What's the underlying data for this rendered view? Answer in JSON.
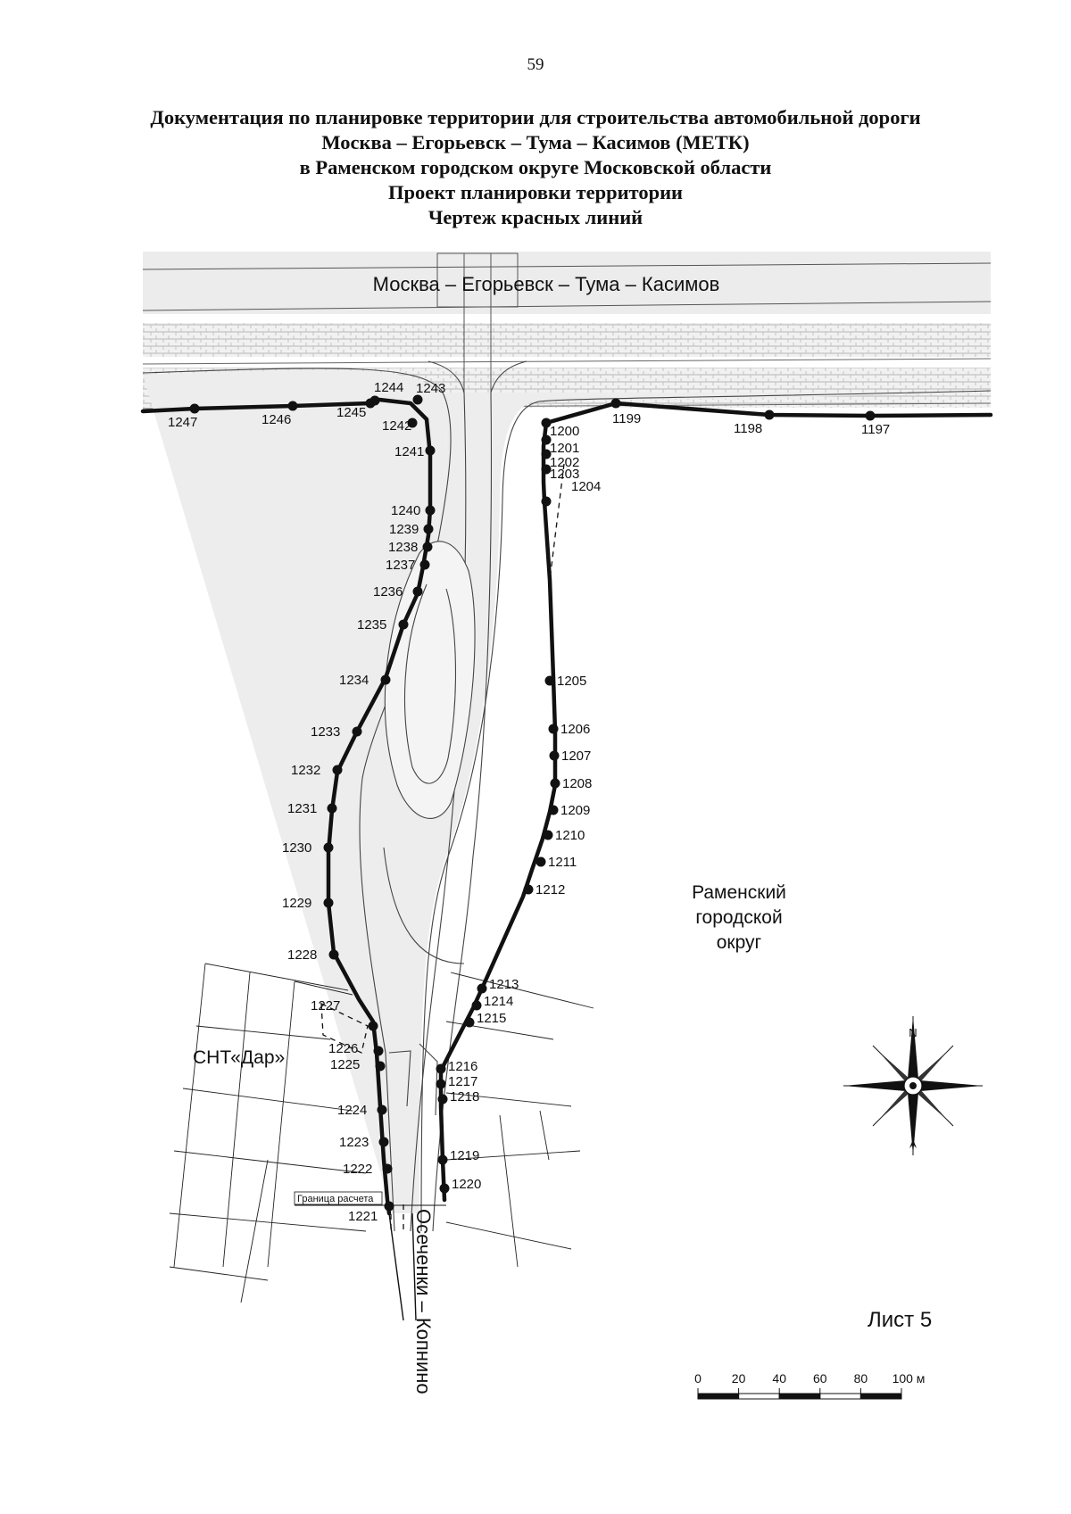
{
  "page_number": "59",
  "title": {
    "line1": "Документация по планировке территории для строительства автомобильной дороги",
    "line2": "Москва – Егорьевск – Тума – Касимов (МЕТК)",
    "line3": "в Раменском городском округе Московской области",
    "line4": "Проект планировки территории",
    "line5": "Чертеж красных линий"
  },
  "map": {
    "road_main": "Москва – Егорьевск – Тума – Касимов",
    "road_side": "Осеченки – Копнино",
    "district": [
      "Раменский",
      "городской",
      "округ"
    ],
    "snt": "СНТ«Дар»",
    "boundary": "Граница расчета",
    "sheet": "Лист 5",
    "compass_n": "N",
    "scale": {
      "ticks": [
        "0",
        "20",
        "40",
        "60",
        "80",
        "100 м"
      ]
    },
    "points": {
      "left_top": [
        "1247",
        "1246",
        "1245",
        "1244",
        "1243",
        "1242",
        "1241"
      ],
      "left_side": [
        "1240",
        "1239",
        "1238",
        "1237",
        "1236",
        "1235",
        "1234",
        "1233",
        "1232",
        "1231",
        "1230",
        "1229",
        "1228",
        "1227",
        "1226",
        "1225",
        "1224",
        "1223",
        "1222",
        "1221"
      ],
      "right_top": [
        "1197",
        "1198",
        "1199",
        "1200",
        "1201",
        "1202",
        "1203",
        "1204"
      ],
      "right_side": [
        "1205",
        "1206",
        "1207",
        "1208",
        "1209",
        "1210",
        "1211",
        "1212",
        "1213",
        "1214",
        "1215",
        "1216",
        "1217",
        "1218",
        "1219",
        "1220"
      ]
    }
  }
}
